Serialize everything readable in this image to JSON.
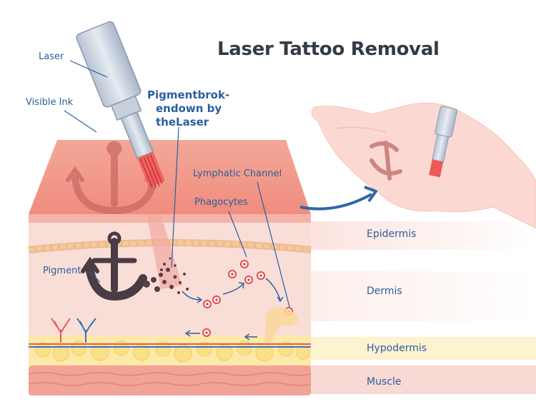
{
  "title": "Laser Tattoo Removal",
  "labels": {
    "laser": "Laser",
    "visible_ink": "Visible Ink",
    "pigment_breakdown_line1": "Pigmentbrok-",
    "pigment_breakdown_line2": "endown by",
    "pigment_breakdown_line3": "theLaser",
    "lymphatic_channel": "Lymphatic Channel",
    "phagocytes": "Phagocytes",
    "pigment": "Pigment"
  },
  "layers": {
    "epidermis": "Epidermis",
    "dermis": "Dermis",
    "hypodermis": "Hypodermis",
    "muscle": "Muscle"
  },
  "colors": {
    "label_blue": "#2a5f9e",
    "title": "#333b45",
    "skin_top": "#f19b8e",
    "dermis": "#f9ded8",
    "hypodermis": "#fde9a8",
    "muscle": "#f2a397",
    "ink": "#4a3b45",
    "laser_beam": "#ee5a5a"
  }
}
